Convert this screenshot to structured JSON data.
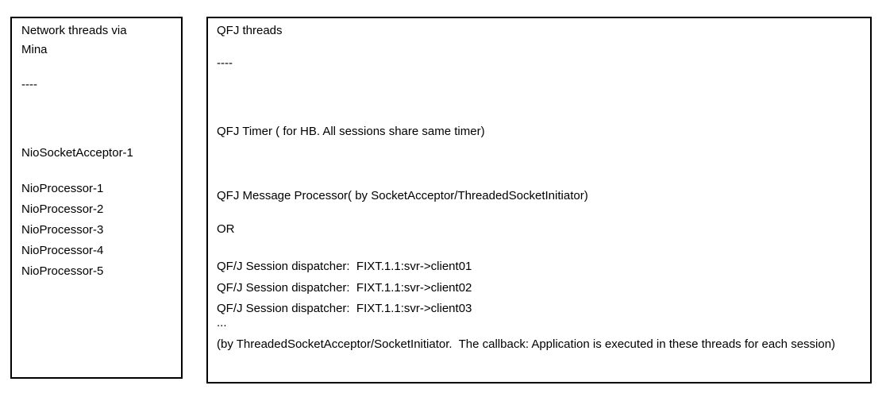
{
  "page": {
    "background_color": "#ffffff",
    "text_color": "#000000",
    "border_color": "#000000"
  },
  "left_box": {
    "title_line1": "Network threads via",
    "title_line2": "Mina",
    "divider": "----",
    "acceptor": "NioSocketAcceptor-1",
    "processors": [
      "NioProcessor-1",
      "NioProcessor-2",
      "NioProcessor-3",
      "NioProcessor-4",
      "NioProcessor-5"
    ]
  },
  "right_box": {
    "title": "QFJ threads",
    "divider": "----",
    "timer": "QFJ Timer ( for HB. All sessions share same timer)",
    "message_processor": "QFJ Message Processor( by SocketAcceptor/ThreadedSocketInitiator)",
    "or_label": "OR",
    "dispatchers": [
      "QF/J Session dispatcher:  FIXT.1.1:svr->client01",
      "QF/J Session dispatcher:  FIXT.1.1:svr->client02",
      "QF/J Session dispatcher:  FIXT.1.1:svr->client03"
    ],
    "ellipsis": "...",
    "note": "(by ThreadedSocketAcceptor/SocketInitiator.  The callback: Application is executed in these threads for each session)"
  }
}
